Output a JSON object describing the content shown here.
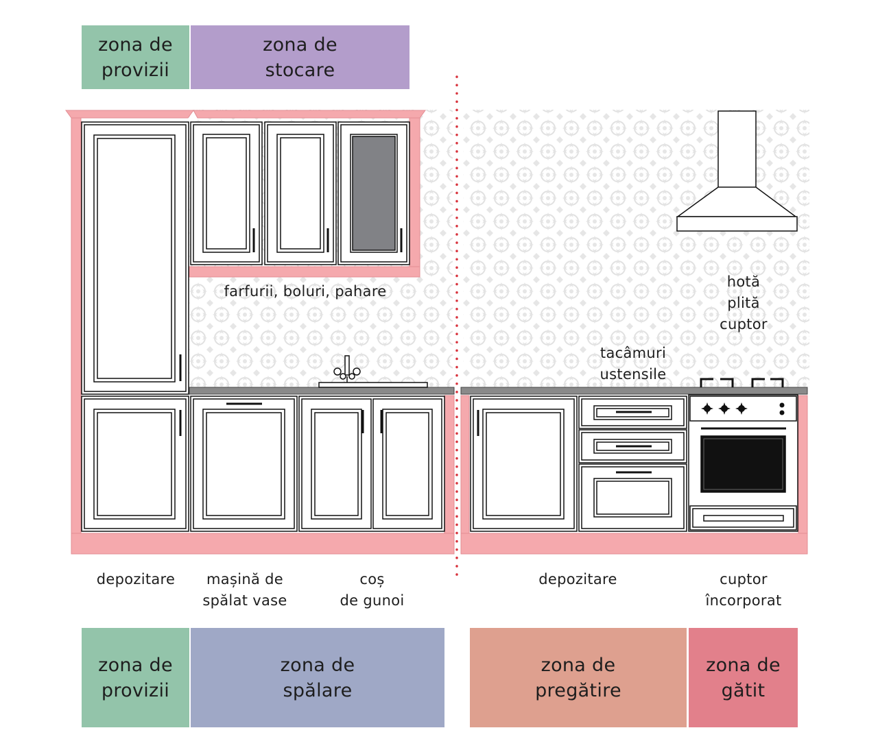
{
  "colors": {
    "provizii": "#93c4aa",
    "stocare": "#b39dcb",
    "spalare": "#9fa8c6",
    "pregatire": "#dea08f",
    "gatit": "#e2808b",
    "frame": "#f5a9ad",
    "divider": "#d8323c",
    "glass": "#818286"
  },
  "zones_top": [
    {
      "label": "zona de\nprovizii"
    },
    {
      "label": "zona de\nstocare"
    }
  ],
  "zones_bottom": [
    {
      "label": "zona de\nprovizii"
    },
    {
      "label": "zona de\nspălare"
    },
    {
      "label": "zona de\npregătire"
    },
    {
      "label": "zona de\ngătit"
    }
  ],
  "labels": {
    "upper_cabinets": "farfurii, boluri, pahare",
    "cooking_upper": "hotă\nplită\ncuptor",
    "drawers": "tacâmuri\nustensile",
    "base": [
      "depozitare",
      "mașină de\nspălat vase",
      "coș\nde gunoi",
      "depozitare",
      "cuptor\nîncorporat"
    ]
  }
}
